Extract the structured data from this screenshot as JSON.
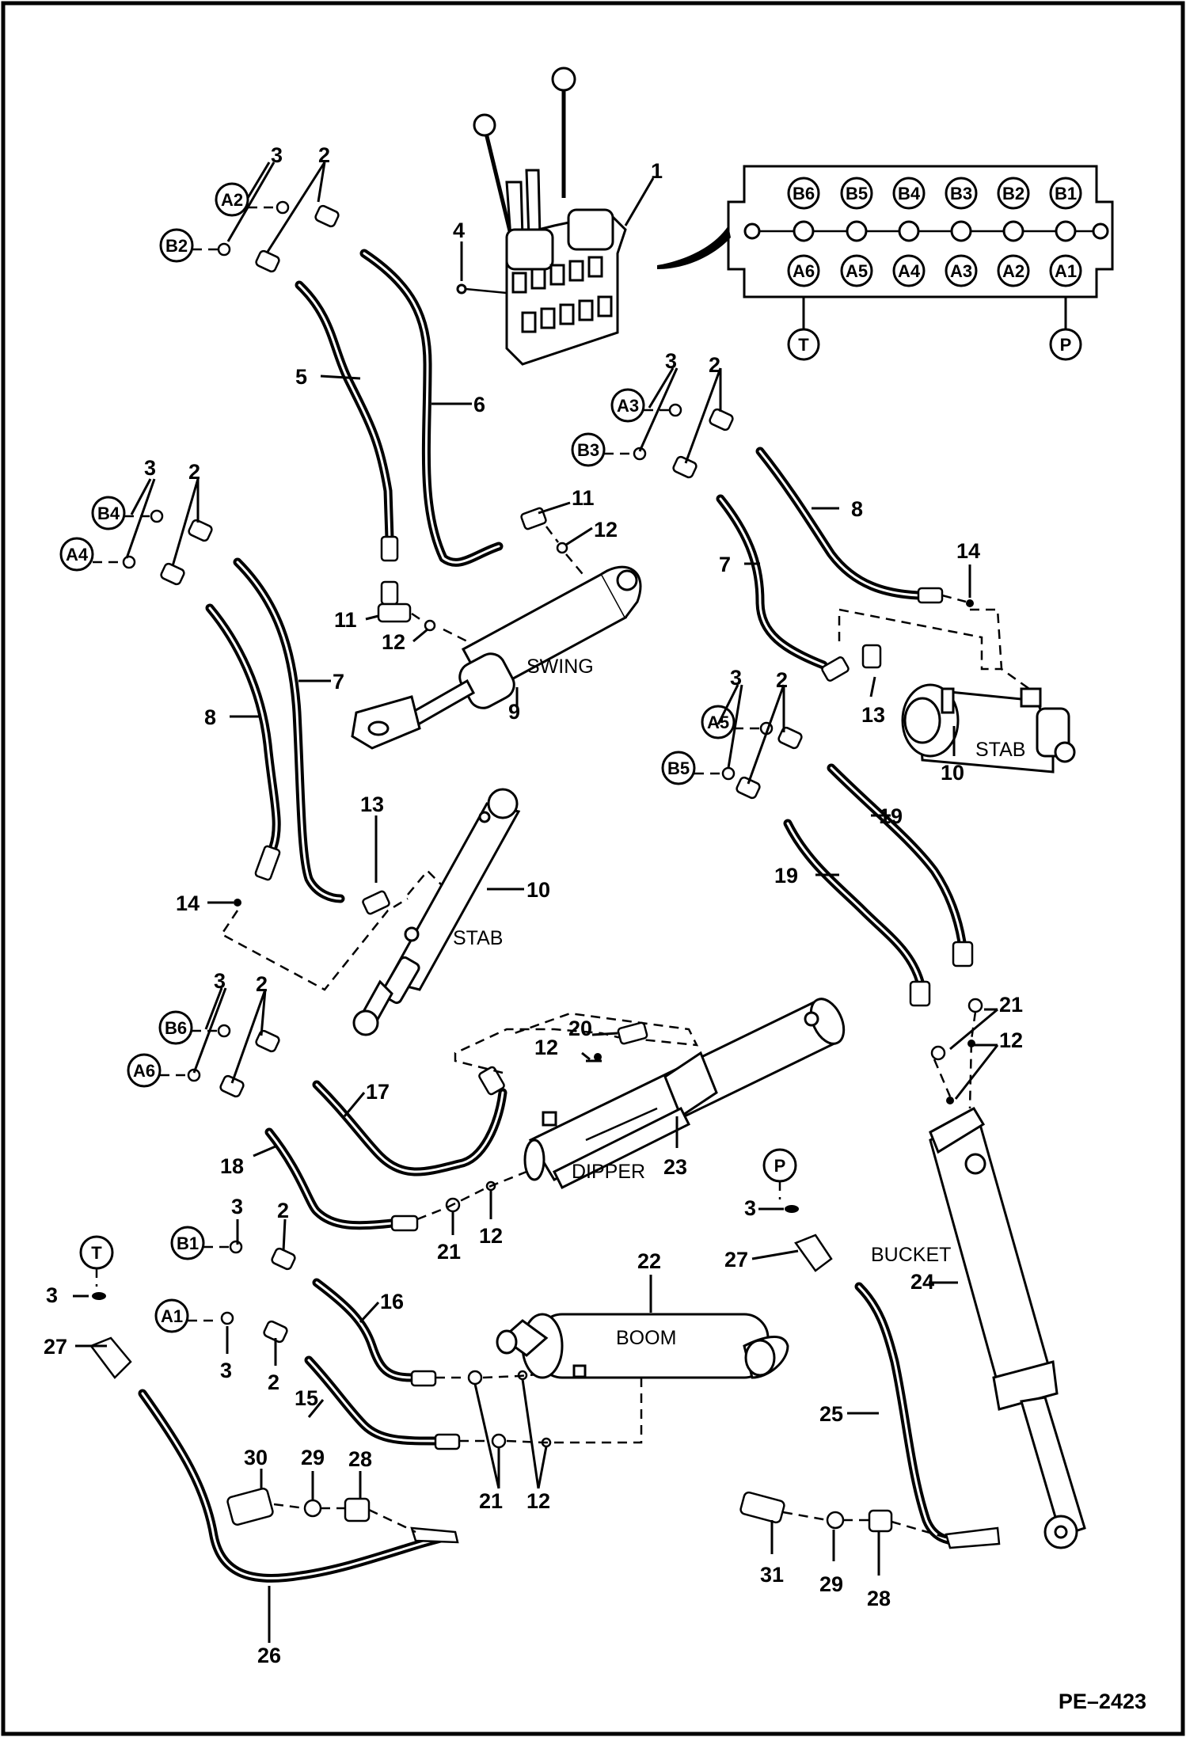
{
  "diagram": {
    "reference": "PE–2423",
    "port_labels": {
      "b6": "B6",
      "b5": "B5",
      "b4": "B4",
      "b3": "B3",
      "b2": "B2",
      "b1": "B1",
      "a6": "A6",
      "a5": "A5",
      "a4": "A4",
      "a3": "A3",
      "a2": "A2",
      "a1": "A1",
      "t": "T",
      "p": "P"
    },
    "component_labels": {
      "swing": "SWING",
      "stab": "STAB",
      "dipper": "DIPPER",
      "bucket": "BUCKET",
      "boom": "BOOM"
    },
    "callouts": {
      "n1": "1",
      "n2": "2",
      "n3": "3",
      "n4": "4",
      "n5": "5",
      "n6": "6",
      "n7": "7",
      "n8": "8",
      "n9": "9",
      "n10": "10",
      "n11": "11",
      "n12": "12",
      "n13": "13",
      "n14": "14",
      "n15": "15",
      "n16": "16",
      "n17": "17",
      "n18": "18",
      "n19": "19",
      "n20": "20",
      "n21": "21",
      "n22": "22",
      "n23": "23",
      "n24": "24",
      "n25": "25",
      "n26": "26",
      "n27": "27",
      "n28": "28",
      "n29": "29",
      "n30": "30",
      "n31": "31"
    }
  }
}
